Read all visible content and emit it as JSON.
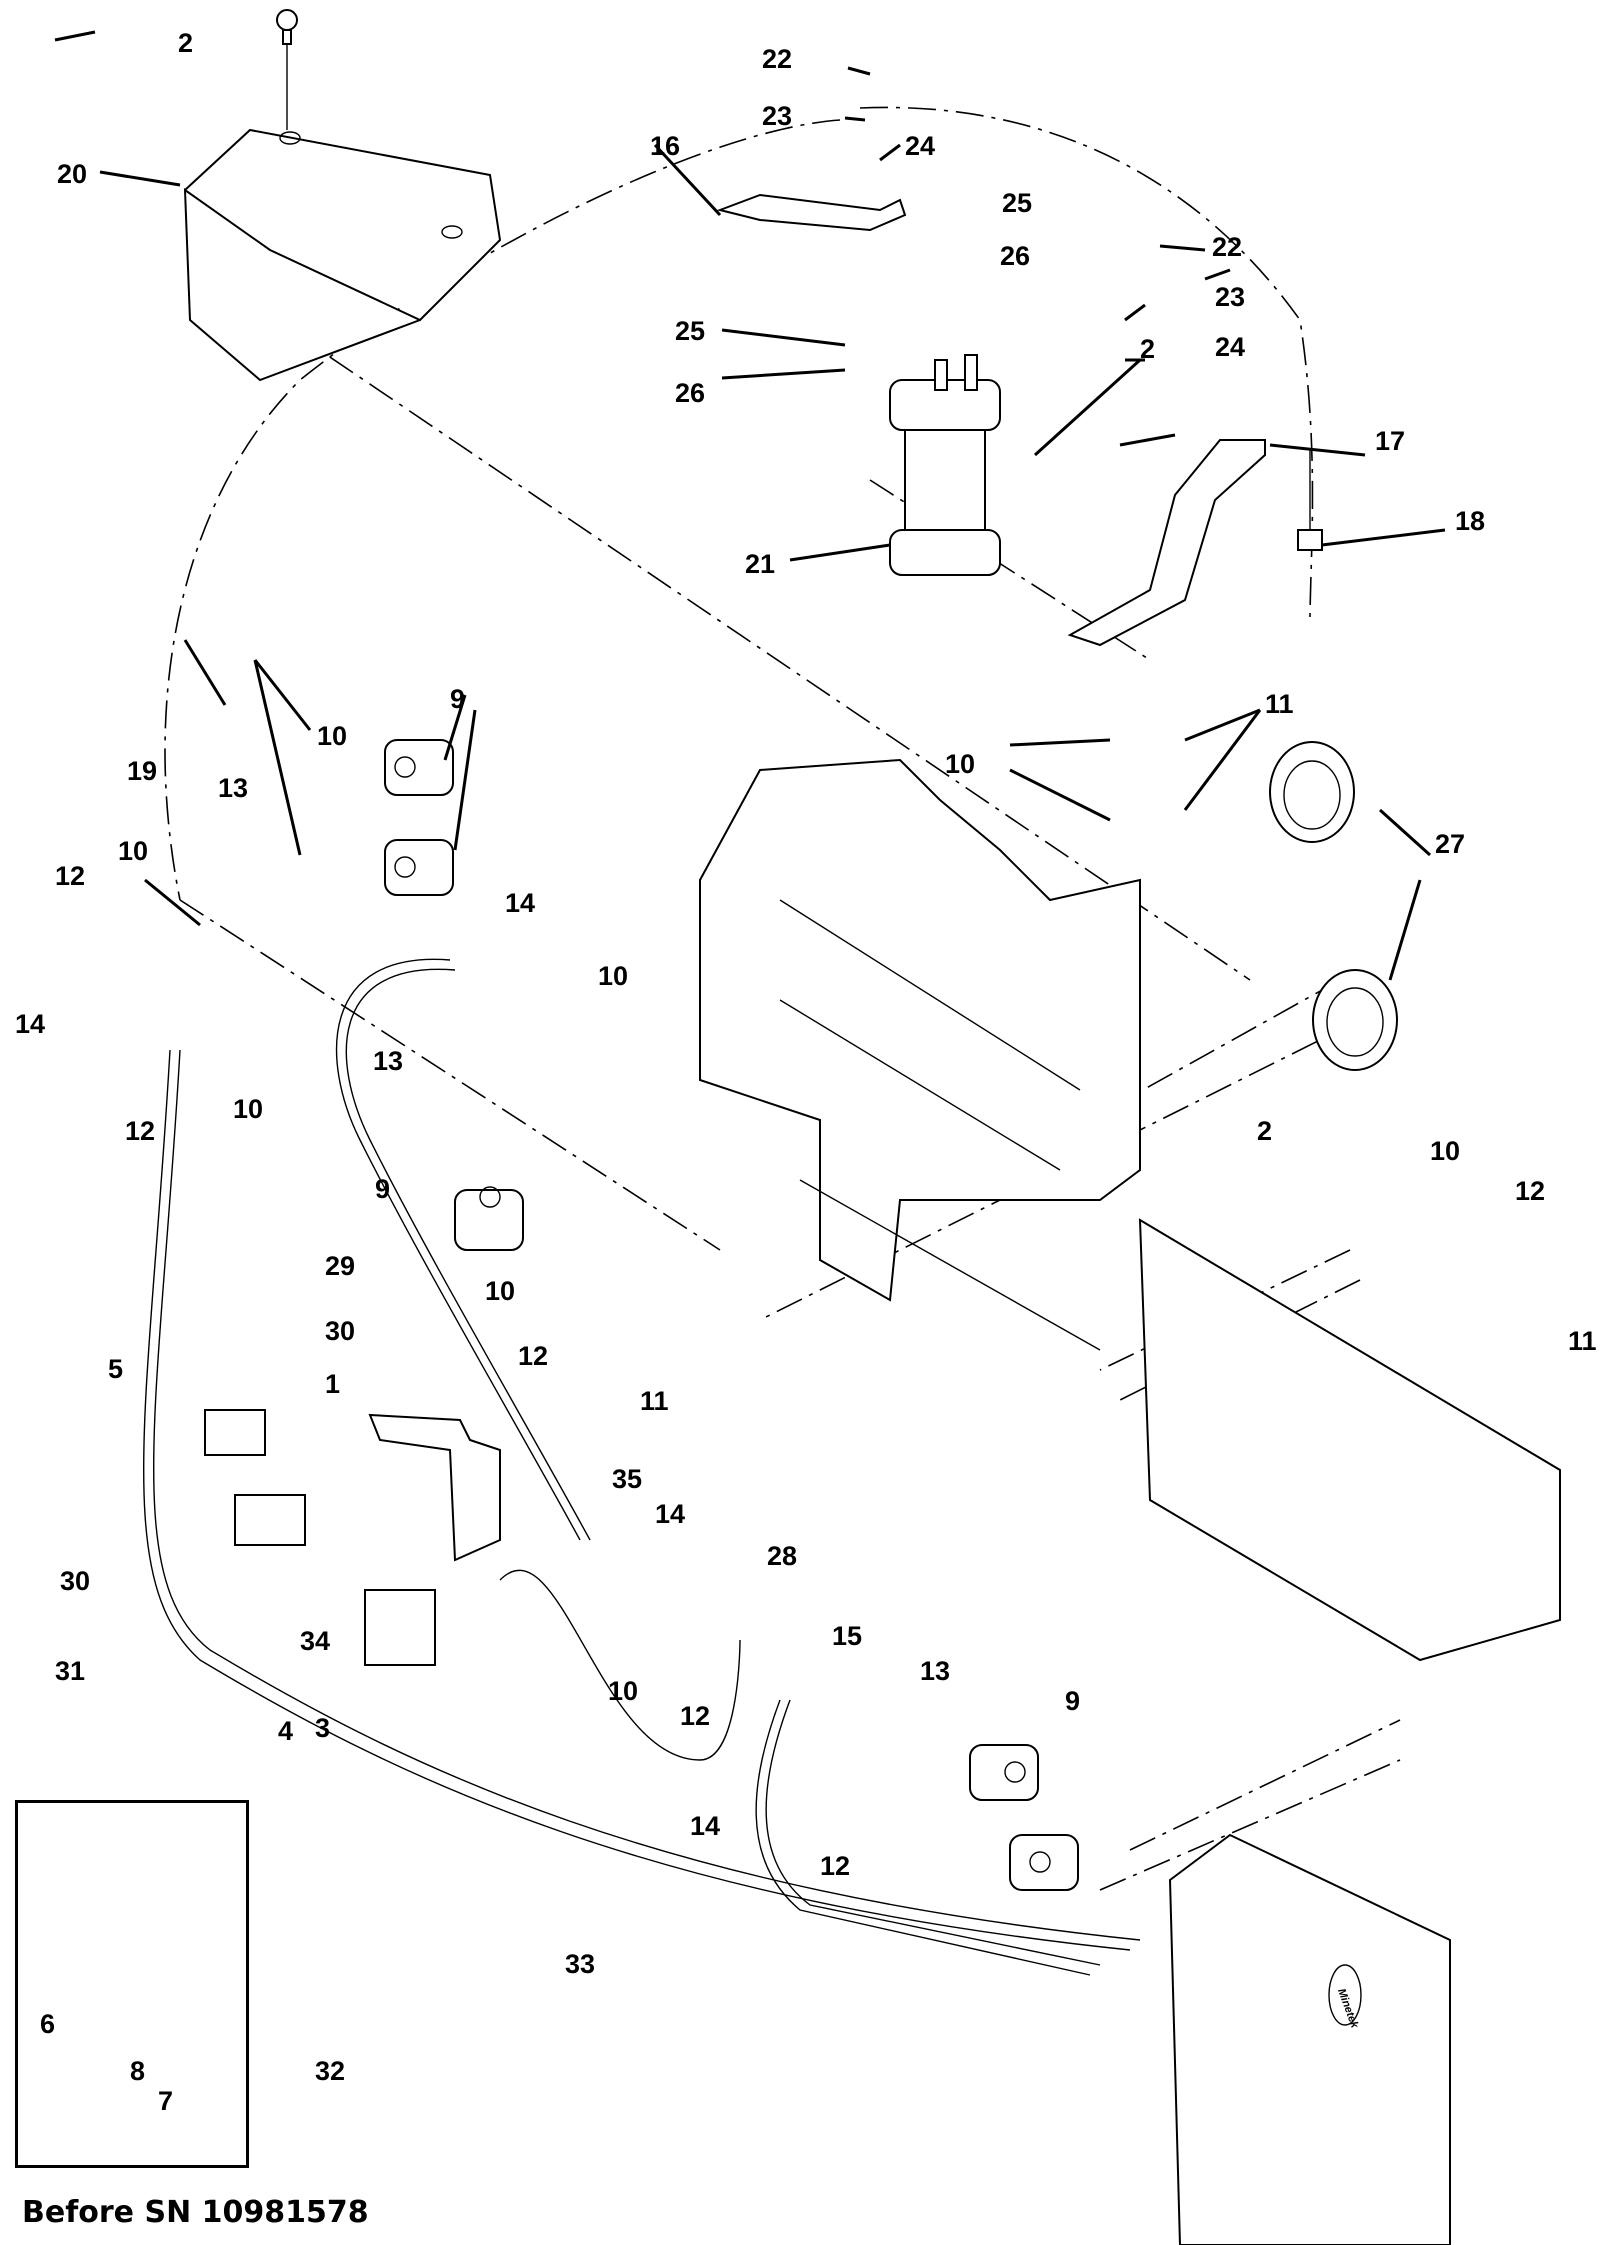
{
  "caption": "Before SN 10981578",
  "charger_logo": "Minetek",
  "callouts": [
    {
      "id": "c2a",
      "text": "2"
    },
    {
      "id": "c20",
      "text": "20"
    },
    {
      "id": "c22a",
      "text": "22"
    },
    {
      "id": "c23a",
      "text": "23"
    },
    {
      "id": "c24a",
      "text": "24"
    },
    {
      "id": "c16",
      "text": "16"
    },
    {
      "id": "c25a",
      "text": "25"
    },
    {
      "id": "c26a",
      "text": "26"
    },
    {
      "id": "c22b",
      "text": "22"
    },
    {
      "id": "c23b",
      "text": "23"
    },
    {
      "id": "c25b",
      "text": "25"
    },
    {
      "id": "c26b",
      "text": "26"
    },
    {
      "id": "c24b",
      "text": "24"
    },
    {
      "id": "c2b",
      "text": "2"
    },
    {
      "id": "c17",
      "text": "17"
    },
    {
      "id": "c18",
      "text": "18"
    },
    {
      "id": "c21",
      "text": "21"
    },
    {
      "id": "c9a",
      "text": "9"
    },
    {
      "id": "c10a",
      "text": "10"
    },
    {
      "id": "c11a",
      "text": "11"
    },
    {
      "id": "c10b",
      "text": "10"
    },
    {
      "id": "c19",
      "text": "19"
    },
    {
      "id": "c13a",
      "text": "13"
    },
    {
      "id": "c27",
      "text": "27"
    },
    {
      "id": "c12a",
      "text": "12"
    },
    {
      "id": "c10c",
      "text": "10"
    },
    {
      "id": "c14a",
      "text": "14"
    },
    {
      "id": "c10d",
      "text": "10"
    },
    {
      "id": "c14b",
      "text": "14"
    },
    {
      "id": "c10e",
      "text": "10"
    },
    {
      "id": "c12b",
      "text": "12"
    },
    {
      "id": "c13b",
      "text": "13"
    },
    {
      "id": "c9b",
      "text": "9"
    },
    {
      "id": "c2c",
      "text": "2"
    },
    {
      "id": "c10f",
      "text": "10"
    },
    {
      "id": "c12c",
      "text": "12"
    },
    {
      "id": "c11b",
      "text": "11"
    },
    {
      "id": "c29",
      "text": "29"
    },
    {
      "id": "c30a",
      "text": "30"
    },
    {
      "id": "c1",
      "text": "1"
    },
    {
      "id": "c5",
      "text": "5"
    },
    {
      "id": "c10g",
      "text": "10"
    },
    {
      "id": "c12d",
      "text": "12"
    },
    {
      "id": "c11c",
      "text": "11"
    },
    {
      "id": "c35",
      "text": "35"
    },
    {
      "id": "c14c",
      "text": "14"
    },
    {
      "id": "c28",
      "text": "28"
    },
    {
      "id": "c30b",
      "text": "30"
    },
    {
      "id": "c31",
      "text": "31"
    },
    {
      "id": "c34",
      "text": "34"
    },
    {
      "id": "c4",
      "text": "4"
    },
    {
      "id": "c3",
      "text": "3"
    },
    {
      "id": "c10h",
      "text": "10"
    },
    {
      "id": "c12e",
      "text": "12"
    },
    {
      "id": "c15",
      "text": "15"
    },
    {
      "id": "c13c",
      "text": "13"
    },
    {
      "id": "c9c",
      "text": "9"
    },
    {
      "id": "c14d",
      "text": "14"
    },
    {
      "id": "c12f",
      "text": "12"
    },
    {
      "id": "c33",
      "text": "33"
    },
    {
      "id": "c6",
      "text": "6"
    },
    {
      "id": "c8",
      "text": "8"
    },
    {
      "id": "c7",
      "text": "7"
    },
    {
      "id": "c32",
      "text": "32"
    }
  ]
}
